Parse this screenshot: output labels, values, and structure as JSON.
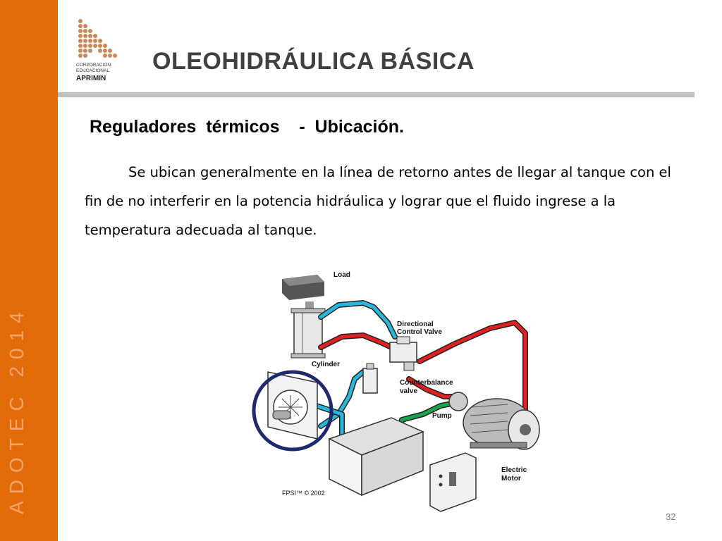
{
  "sidebar": {
    "text": "ADOTEC 2014"
  },
  "logo": {
    "line1": "CORPORACION",
    "line2": "EDUCACIONAL",
    "line3": "APRIMIN"
  },
  "header": {
    "title": "OLEOHIDRÁULICA BÁSICA"
  },
  "content": {
    "subtitle": "Reguladores  térmicos    -  Ubicación.",
    "paragraph": "Se ubican generalmente en la línea de retorno antes de llegar al tanque  con el fin de no interferir en la potencia hidráulica y lograr que el fluido ingrese a la temperatura adecuada al tanque."
  },
  "diagram": {
    "labels": {
      "load": "Load",
      "directional_valve_1": "Directional",
      "directional_valve_2": "Control Valve",
      "cylinder": "Cylinder",
      "counterbalance_1": "Counterbalance",
      "counterbalance_2": "valve",
      "pump": "Pump",
      "motor_1": "Electric",
      "motor_2": "Motor",
      "copyright": "FPSI™ © 2002"
    },
    "colors": {
      "return_line": "#29b6d9",
      "pressure_line": "#e02020",
      "suction_line": "#1aa34a",
      "highlight_circle": "#1f2a6b"
    }
  },
  "footer": {
    "page_number": "32"
  }
}
